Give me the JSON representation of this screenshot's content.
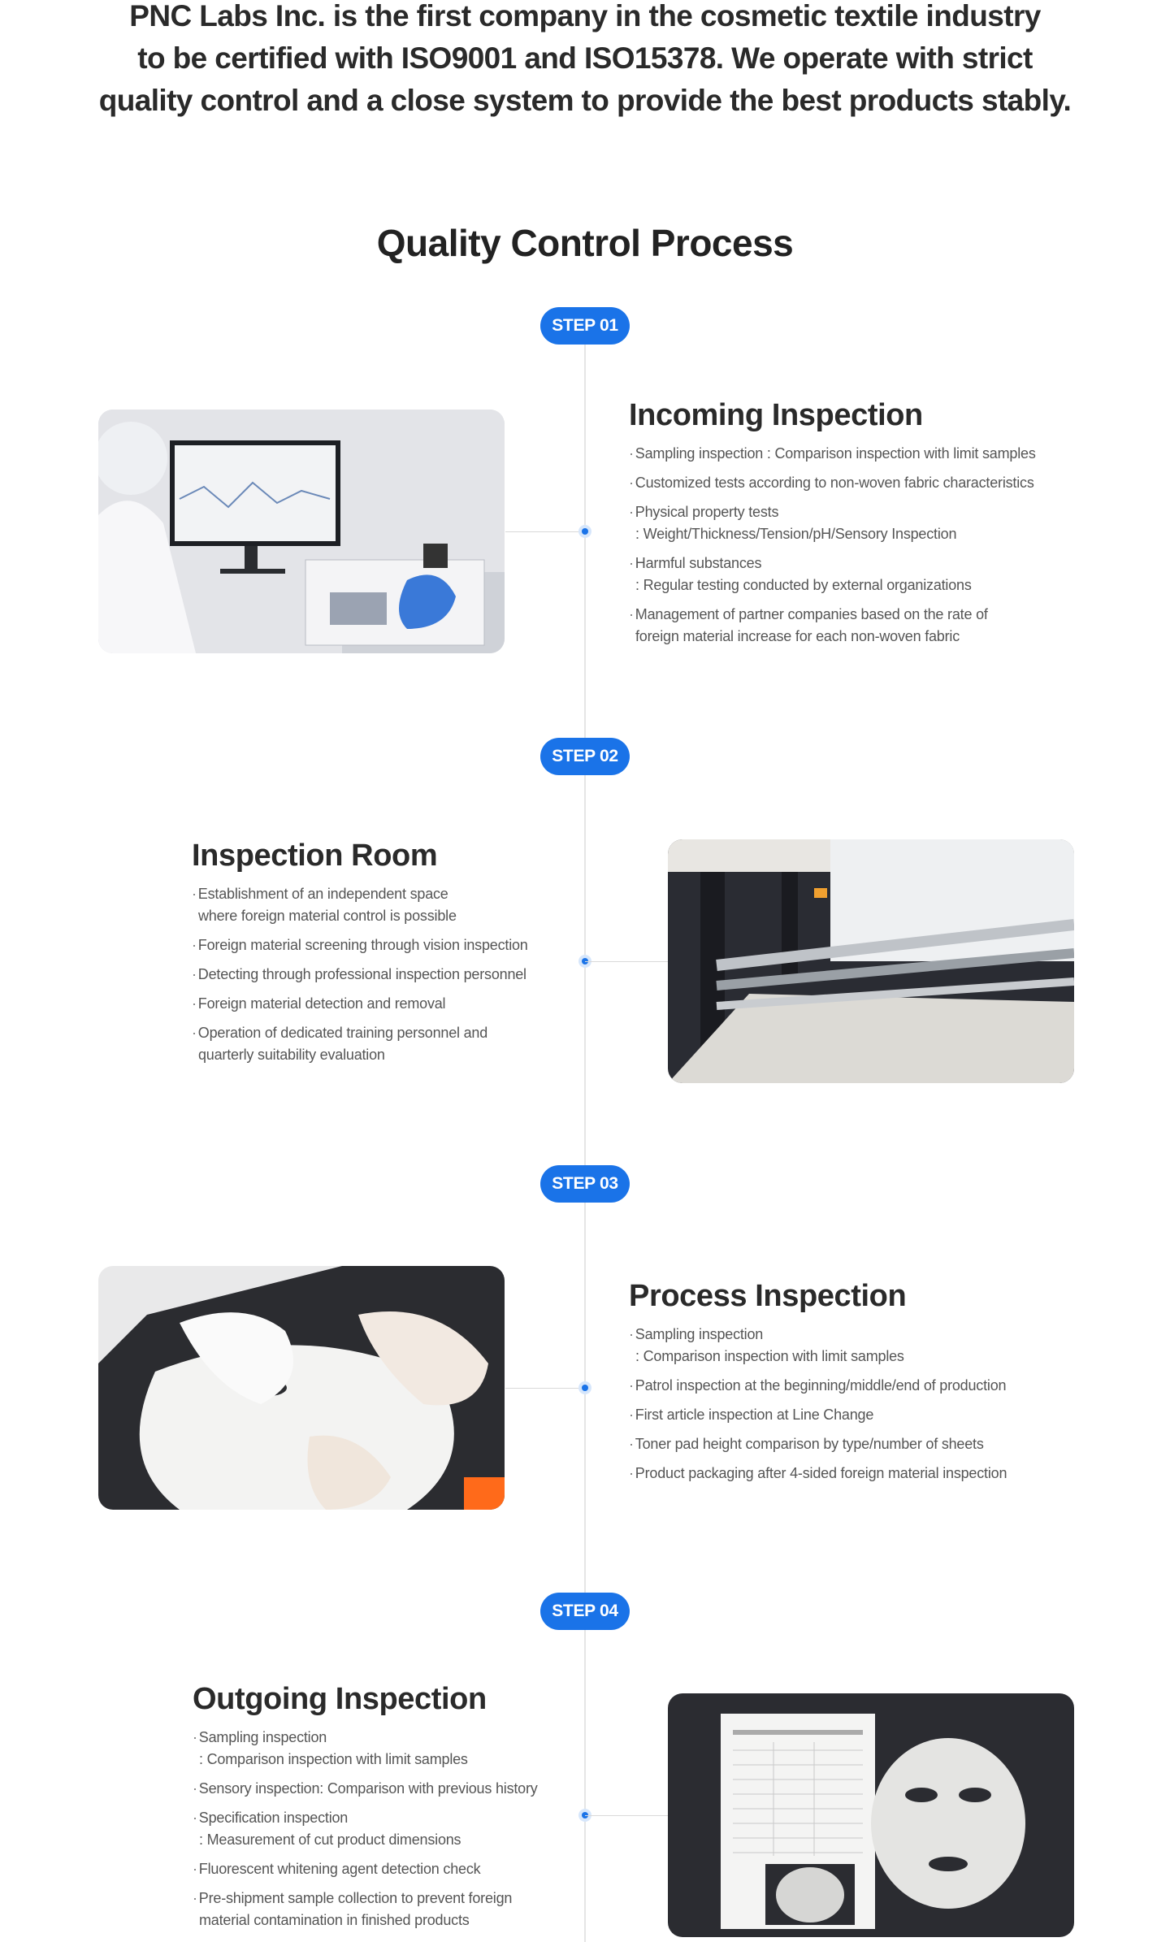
{
  "intro": {
    "lines": [
      "PNC Labs Inc. is the first company in the cosmetic textile industry",
      "to be certified with ISO9001 and ISO15378. We operate with strict",
      "quality control and a close system to provide the best products stably."
    ]
  },
  "section_title": "Quality Control Process",
  "accent_color": "#1a73e8",
  "steps": [
    {
      "badge": "STEP 01",
      "title": "Incoming Inspection",
      "image_icon": "lab-technician-photo",
      "items": [
        {
          "text": "Sampling inspection : Comparison inspection with limit samples"
        },
        {
          "text": "Customized tests according to non-woven fabric characteristics"
        },
        {
          "text": "Physical property tests",
          "sub": ": Weight/Thickness/Tension/pH/Sensory Inspection"
        },
        {
          "text": "Harmful substances",
          "sub": ": Regular testing conducted by external organizations"
        },
        {
          "text": "Management of partner companies based on the rate of",
          "cont": "foreign material increase for each non-woven fabric"
        }
      ]
    },
    {
      "badge": "STEP 02",
      "title": "Inspection Room",
      "image_icon": "inspection-machine-photo",
      "items": [
        {
          "text": "Establishment of an independent space",
          "cont": "where foreign material control is possible"
        },
        {
          "text": "Foreign material screening through vision inspection"
        },
        {
          "text": "Detecting through professional inspection personnel"
        },
        {
          "text": "Foreign material detection and removal"
        },
        {
          "text": "Operation of dedicated training personnel and",
          "cont": "quarterly suitability evaluation"
        }
      ]
    },
    {
      "badge": "STEP 03",
      "title": "Process Inspection",
      "image_icon": "mask-sheet-photo",
      "items": [
        {
          "text": "Sampling inspection",
          "sub": ": Comparison inspection with limit samples"
        },
        {
          "text": "Patrol inspection at the beginning/middle/end of production"
        },
        {
          "text": "First article inspection at Line Change"
        },
        {
          "text": "Toner pad height comparison by type/number of sheets"
        },
        {
          "text": "Product packaging after 4-sided foreign material inspection"
        }
      ]
    },
    {
      "badge": "STEP 04",
      "title": "Outgoing Inspection",
      "image_icon": "outgoing-sample-photo",
      "items": [
        {
          "text": "Sampling inspection",
          "sub": ": Comparison inspection with limit samples"
        },
        {
          "text": "Sensory inspection: Comparison with previous history"
        },
        {
          "text": "Specification inspection",
          "sub": ": Measurement of cut product dimensions"
        },
        {
          "text": "Fluorescent whitening agent detection check"
        },
        {
          "text": "Pre-shipment sample collection to prevent foreign",
          "cont": "material contamination in finished products"
        }
      ]
    }
  ]
}
